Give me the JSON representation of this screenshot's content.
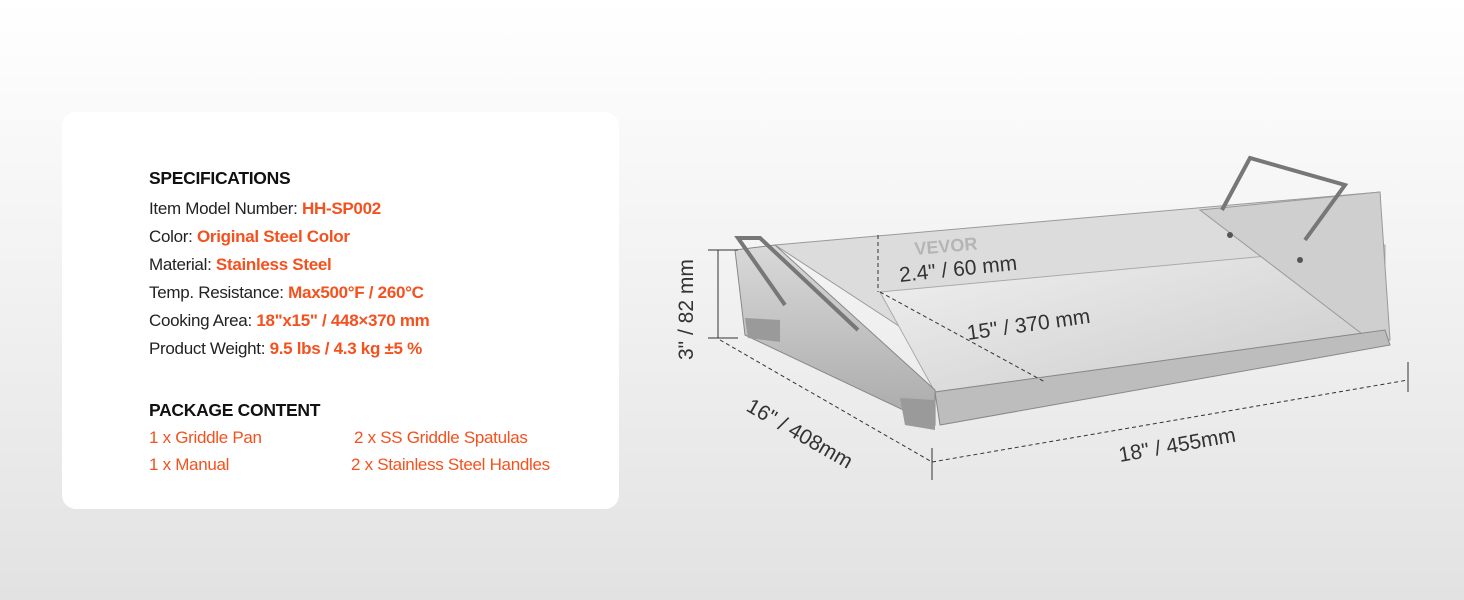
{
  "specifications": {
    "title": "SPECIFICATIONS",
    "rows": [
      {
        "label": "Item Model Number: ",
        "value": "HH-SP002"
      },
      {
        "label": "Color: ",
        "value": "Original Steel Color"
      },
      {
        "label": "Material: ",
        "value": "Stainless Steel"
      },
      {
        "label": "Temp. Resistance: ",
        "value": "Max500°F / 260°C"
      },
      {
        "label": "Cooking Area: ",
        "value": "18\"x15\" / 448×370 mm"
      },
      {
        "label": "Product Weight: ",
        "value": "9.5 lbs / 4.3 kg ±5 %"
      }
    ]
  },
  "package": {
    "title": "PACKAGE CONTENT",
    "items": [
      "1 x Griddle Pan",
      "2 x SS Griddle Spatulas",
      "1 x Manual",
      "2 x Stainless Steel Handles"
    ]
  },
  "product": {
    "logo_text": "VEVOR",
    "dimensions": {
      "height": "3\" / 82 mm",
      "depth": "16\" / 408mm",
      "width": "18\" / 455mm",
      "rim": "2.4\" / 60 mm",
      "inner": "15\" / 370 mm"
    }
  }
}
